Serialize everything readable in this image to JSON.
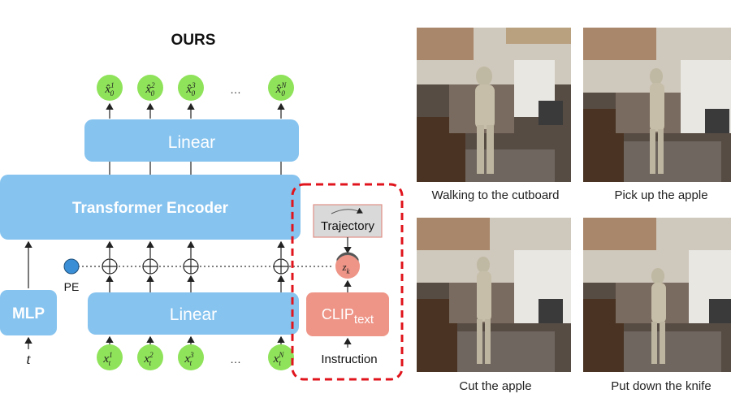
{
  "diagram": {
    "title": "OURS",
    "outputs": [
      "x̂",
      "x̂",
      "x̂",
      "x̂"
    ],
    "output_sup": [
      "1",
      "2",
      "3",
      "N"
    ],
    "output_sub": "0",
    "inputs": [
      "x",
      "x",
      "x",
      "x"
    ],
    "input_sup": [
      "1",
      "2",
      "3",
      "N"
    ],
    "input_sub": "t",
    "ellipsis": "…",
    "linear_top": "Linear",
    "transformer": "Transformer Encoder",
    "linear_bottom": "Linear",
    "mlp": "MLP",
    "t_label": "t",
    "pe_label": "PE",
    "trajectory": "Trajectory",
    "zk_main": "z",
    "zk_sub": "k",
    "clip_main": "CLIP",
    "clip_sub": "text",
    "instruction": "Instruction"
  },
  "colors": {
    "blue_block": "#86c3ef",
    "green_node": "#8fe35a",
    "salmon": "#ee9587",
    "red_dash": "#e0141c",
    "pe_dot": "#3a8ed6",
    "trajectory_box": "#d9d9d9"
  },
  "gallery": [
    {
      "caption": "Walking to the cutboard"
    },
    {
      "caption": "Pick up the apple"
    },
    {
      "caption": "Cut the apple"
    },
    {
      "caption": "Put down the knife"
    }
  ]
}
